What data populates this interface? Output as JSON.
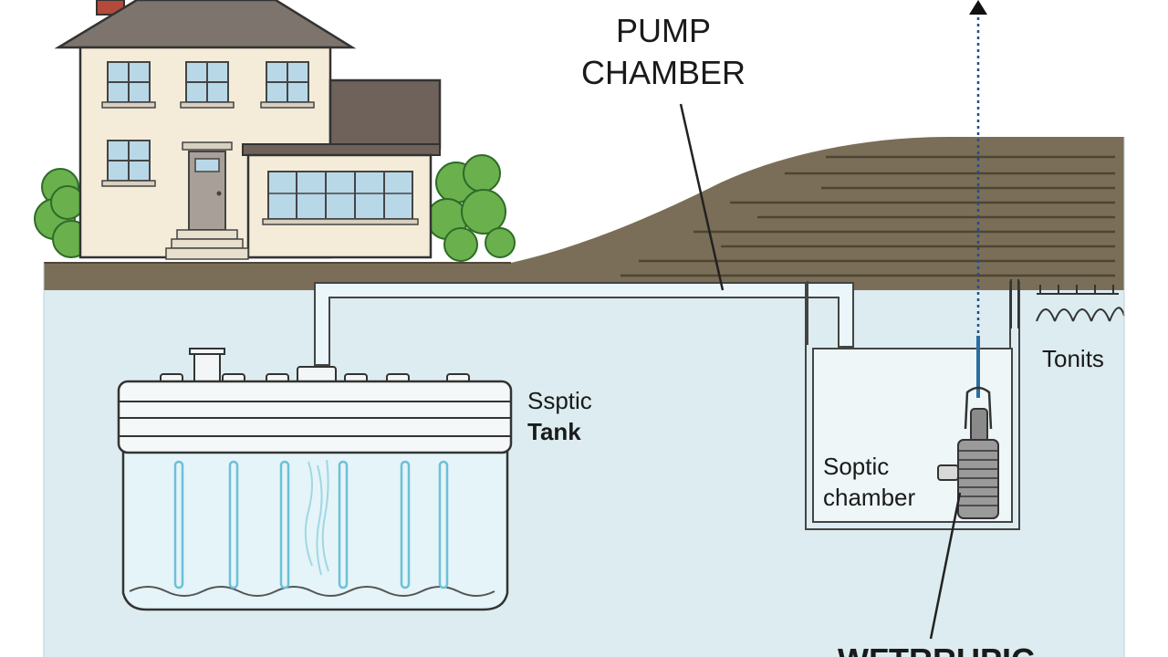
{
  "labels": {
    "pump_chamber": [
      "PUMP",
      "CHAMBER"
    ],
    "septic_tank": [
      "Ssptic",
      "Tank"
    ],
    "soptic_chamber": [
      "Soptic",
      "chamber"
    ],
    "tonits": "Tonits",
    "cutoff": "WFTRRUPIC"
  },
  "colors": {
    "soil": "#7a6e58",
    "underground": "#dcecf0",
    "tank_water": "#e4f4f8",
    "house_wall": "#f4ecd8",
    "roof": "#7d756d",
    "shrub": "#6ab04c",
    "outline": "#333333",
    "pipe_fill": "#eaf6f9",
    "dotted_line": "#1e4f8a"
  }
}
